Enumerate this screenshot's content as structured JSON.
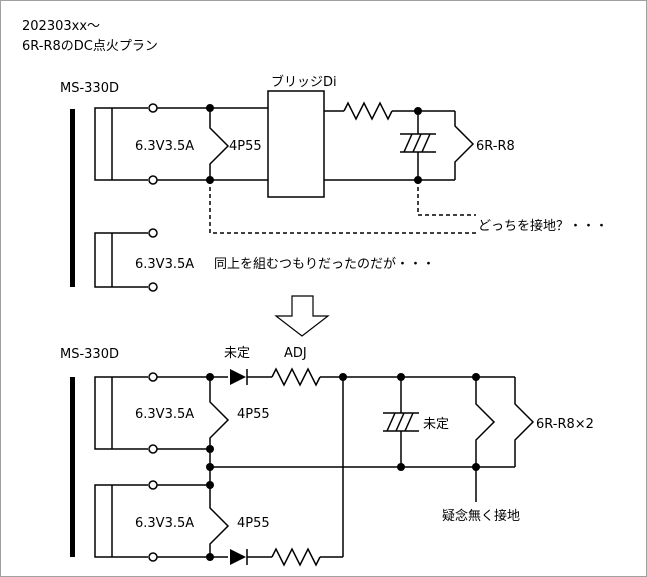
{
  "header": {
    "line1": "202303xx～",
    "line2": "6R-R8のDC点火プラン"
  },
  "top_circuit": {
    "transformer_label": "MS-330D",
    "winding1_label": "6.3V3.5A",
    "winding2_label": "6.3V3.5A",
    "rectifier_label": "4P55",
    "bridge_label": "ブリッジDi",
    "tube_label": "6R-R8",
    "ground_note": "どっちを接地？・・・",
    "winding2_note": "同上を組むつもりだったのだが・・・"
  },
  "bottom_circuit": {
    "transformer_label": "MS-330D",
    "winding1_label": "6.3V3.5A",
    "winding2_label": "6.3V3.5A",
    "rectifier1_label": "4P55",
    "rectifier2_label": "4P55",
    "diode_label": "未定",
    "resistor_label": "ADJ",
    "capacitor_label": "未定",
    "tubes_label": "6R-R8×2",
    "ground_note": "疑念無く接地"
  }
}
